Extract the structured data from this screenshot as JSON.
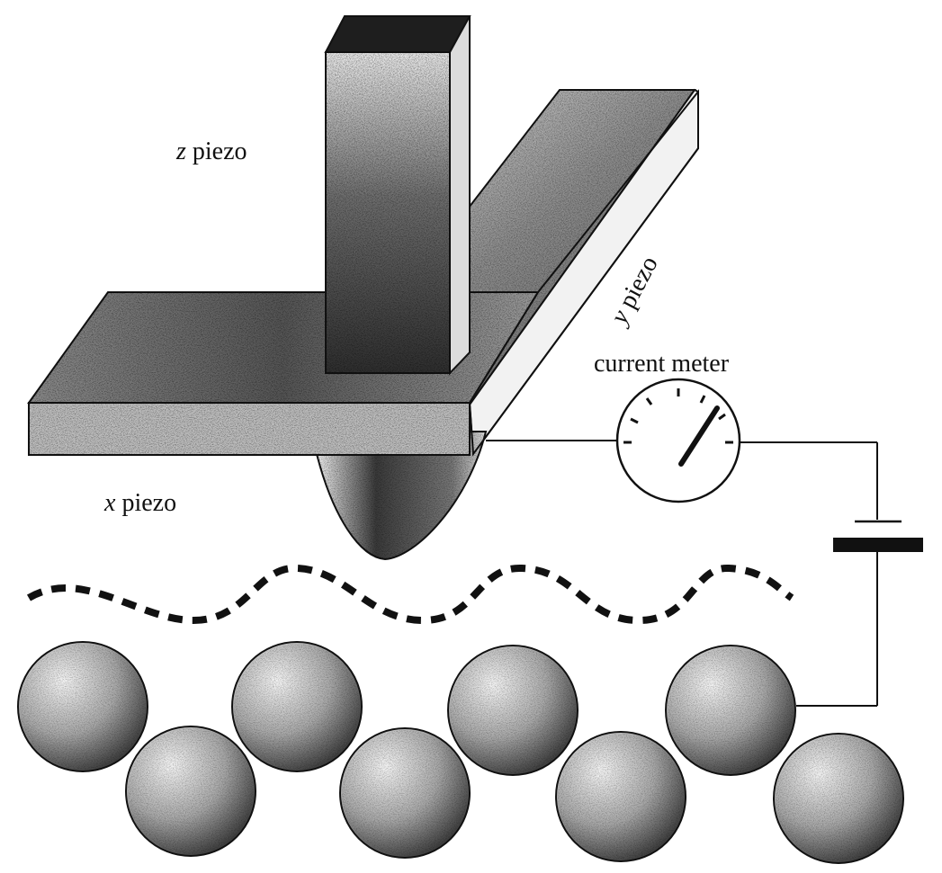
{
  "labels": {
    "z_piezo": {
      "var": "z",
      "word": "piezo"
    },
    "y_piezo": {
      "var": "y",
      "word": "piezo"
    },
    "x_piezo": {
      "var": "x",
      "word": "piezo"
    },
    "current_meter": "current meter"
  },
  "colors": {
    "ink": "#111111",
    "paper": "#ffffff"
  }
}
